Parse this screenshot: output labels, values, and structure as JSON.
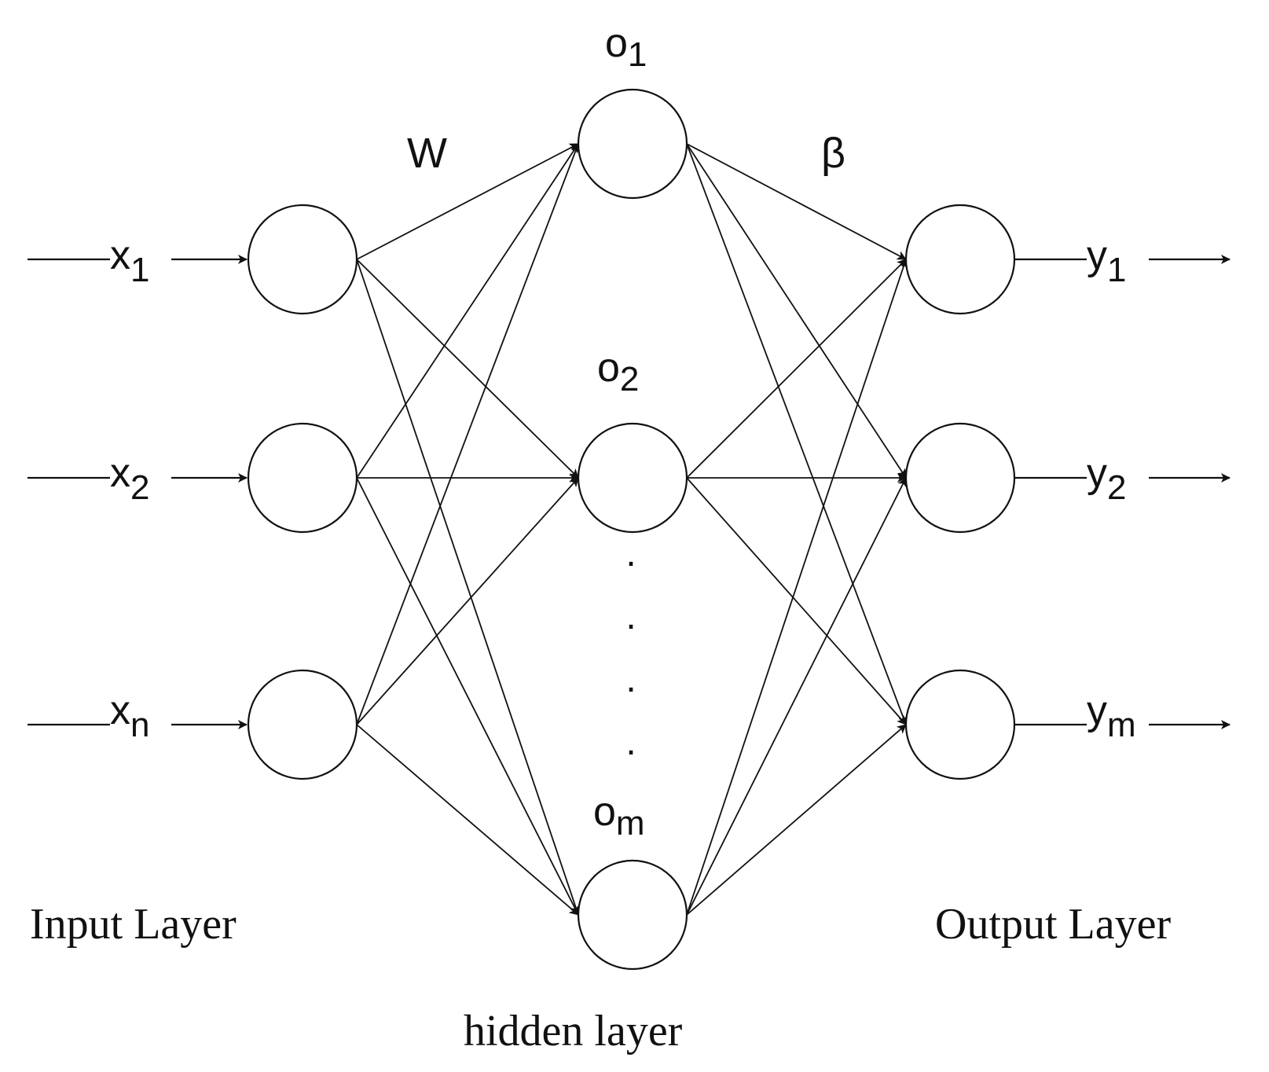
{
  "colors": {
    "ink": "#111111",
    "background": "#ffffff"
  },
  "labels": {
    "input_layer": "Input Layer",
    "hidden_layer": "hidden layer",
    "output_layer": "Output Layer",
    "weights_in": "W",
    "weights_out": "β",
    "ellipsis": ". . . ."
  },
  "inputs": [
    {
      "base": "x",
      "sub": "1"
    },
    {
      "base": "x",
      "sub": "2"
    },
    {
      "base": "x",
      "sub": "n"
    }
  ],
  "hidden": [
    {
      "base": "o",
      "sub": "1"
    },
    {
      "base": "o",
      "sub": "2"
    },
    {
      "base": "o",
      "sub": "m"
    }
  ],
  "outputs": [
    {
      "base": "y",
      "sub": "1"
    },
    {
      "base": "y",
      "sub": "2"
    },
    {
      "base": "y",
      "sub": "m"
    }
  ]
}
